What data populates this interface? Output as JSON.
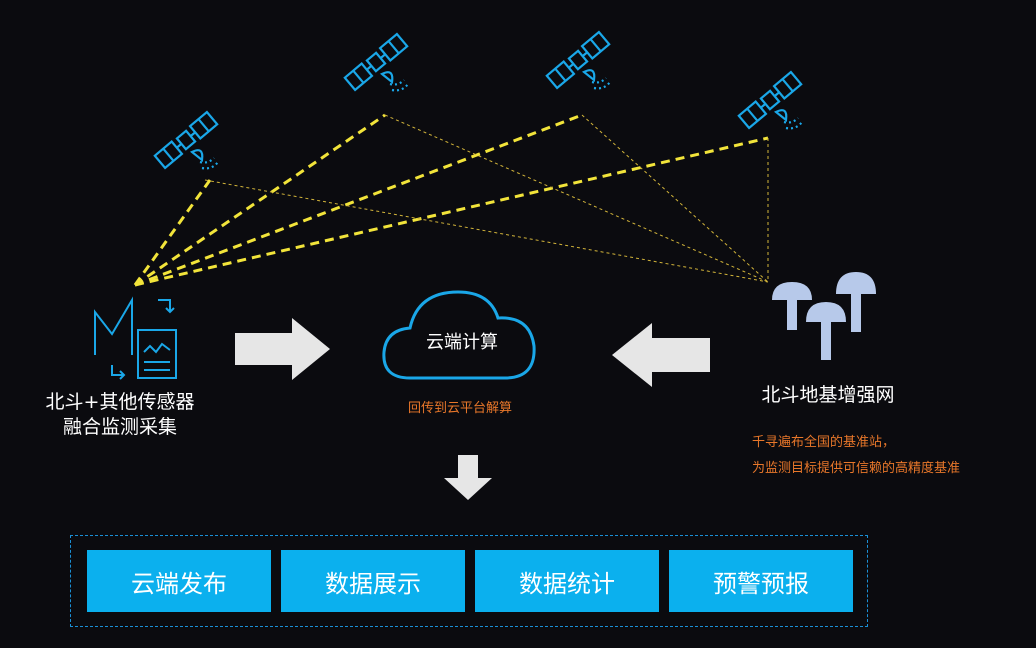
{
  "sensor_label_line1": "北斗+其他传感器",
  "sensor_label_line2": "融合监测采集",
  "cloud_label": "云端计算",
  "cloud_sub": "回传到云平台解算",
  "network_label": "北斗地基增强网",
  "network_desc_line1": "千寻遍布全国的基准站，",
  "network_desc_line2": "为监测目标提供可信赖的高精度基准",
  "buttons": [
    "云端发布",
    "数据展示",
    "数据统计",
    "预警预报"
  ],
  "colors": {
    "satellite": "#1aa7e8",
    "beam": "#f2e43a",
    "accent": "#e8772a",
    "button": "#0bb0ee"
  }
}
